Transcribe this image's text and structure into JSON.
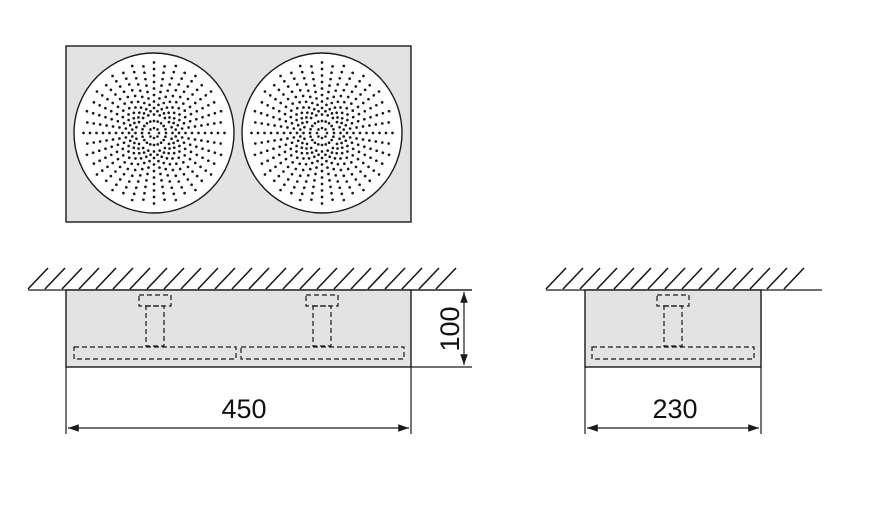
{
  "dimensions": {
    "width_front": "450",
    "height": "100",
    "width_side": "230"
  },
  "colors": {
    "body_fill": "#e3e3e3",
    "stroke": "#1a1a1a",
    "dots": "#1a1a1a"
  }
}
